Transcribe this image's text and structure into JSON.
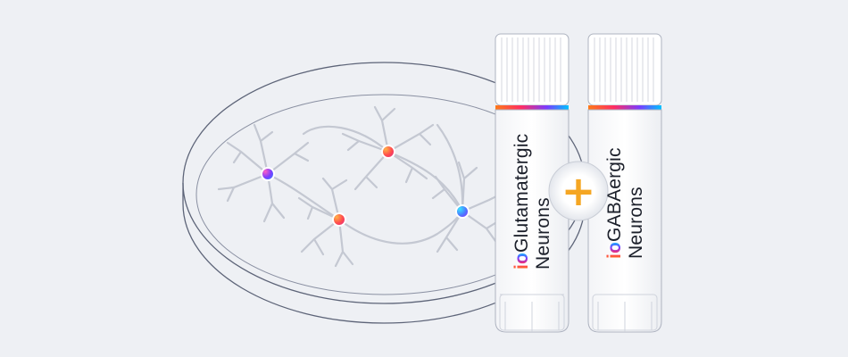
{
  "products": [
    {
      "prefix": "io",
      "name_line1": "Glutamatergic",
      "name_line2": "Neurons"
    },
    {
      "prefix": "io",
      "name_line1": "GABAergic",
      "name_line2": "Neurons"
    }
  ],
  "plus_symbol": "+",
  "colors": {
    "background": "#eef0f4",
    "plus": "#f5a623",
    "gradient": [
      "#ff7a18",
      "#ff2e63",
      "#7a3cff",
      "#00c2ff"
    ]
  }
}
